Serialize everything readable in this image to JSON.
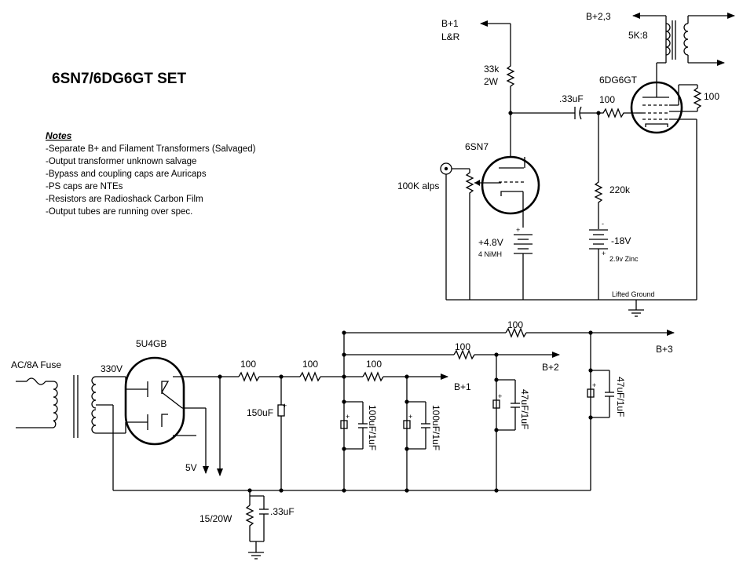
{
  "title": "6SN7/6DG6GT SET",
  "notes": {
    "heading": "Notes",
    "lines": [
      "-Separate B+ and Filament Transformers (Salvaged)",
      "-Output transformer unknown salvage",
      "-Bypass and coupling caps are Auricaps",
      "-PS caps are NTEs",
      "-Resistors are Radioshack Carbon Film",
      "-Output tubes are running over spec."
    ]
  },
  "amp": {
    "bplus1": "B+1",
    "bplus1_sub": "L&R",
    "plate_res": "33k",
    "plate_res_w": "2W",
    "coupling_cap": ".33uF",
    "grid_stop": "100",
    "input_tube": "6SN7",
    "pot": "100K alps",
    "cathode_batt": "+4.8V",
    "cathode_batt_type": "4 NiMH",
    "grid_res": "220k",
    "bias_batt": "-18V",
    "bias_batt_type": "2.9v Zinc",
    "output_tube": "6DG6GT",
    "screen_res": "100",
    "bplus23": "B+2,3",
    "ot_imp": "5K:8",
    "lifted_ground": "Lifted Ground"
  },
  "psu": {
    "fuse": "AC/8A Fuse",
    "sec_volt": "330V",
    "rectifier": "5U4GB",
    "fil_5v": "5V",
    "r1": "100",
    "c1": "150uF",
    "r2": "100",
    "r3": "100",
    "c2": "100uF/1uF",
    "c3": "100uF/1uF",
    "r4": "100",
    "c4": "47uF/1uF",
    "r5": "100",
    "c5": "47uF/1uF",
    "out1": "B+1",
    "out2": "B+2",
    "out3": "B+3",
    "gnd_res": "15/20W",
    "gnd_cap": ".33uF"
  }
}
